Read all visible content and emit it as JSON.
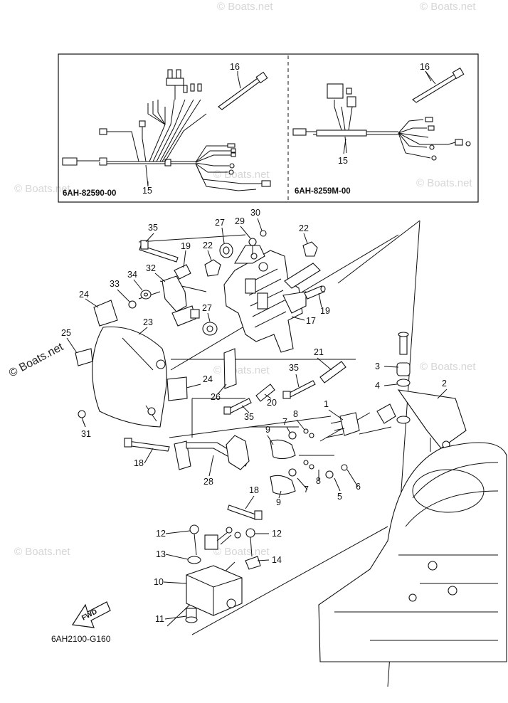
{
  "diagram": {
    "drawing_code": "6AH2100-G160",
    "fwd_label": "FWD",
    "watermark": "© Boats.net",
    "inset_left": {
      "part_code": "6AH-82590-00"
    },
    "inset_right": {
      "part_code": "6AH-8259M-00"
    },
    "callouts": [
      {
        "id": "c1",
        "label": "1"
      },
      {
        "id": "c2",
        "label": "2"
      },
      {
        "id": "c3",
        "label": "3"
      },
      {
        "id": "c4",
        "label": "4"
      },
      {
        "id": "c5",
        "label": "5"
      },
      {
        "id": "c6",
        "label": "6"
      },
      {
        "id": "c7a",
        "label": "7"
      },
      {
        "id": "c7b",
        "label": "7"
      },
      {
        "id": "c8a",
        "label": "8"
      },
      {
        "id": "c8b",
        "label": "8"
      },
      {
        "id": "c9a",
        "label": "9"
      },
      {
        "id": "c9b",
        "label": "9"
      },
      {
        "id": "c10",
        "label": "10"
      },
      {
        "id": "c11",
        "label": "11"
      },
      {
        "id": "c12a",
        "label": "12"
      },
      {
        "id": "c12b",
        "label": "12"
      },
      {
        "id": "c13",
        "label": "13"
      },
      {
        "id": "c14",
        "label": "14"
      },
      {
        "id": "c15a",
        "label": "15"
      },
      {
        "id": "c15b",
        "label": "15"
      },
      {
        "id": "c16a",
        "label": "16"
      },
      {
        "id": "c16b",
        "label": "16"
      },
      {
        "id": "c17",
        "label": "17"
      },
      {
        "id": "c18a",
        "label": "18"
      },
      {
        "id": "c18b",
        "label": "18"
      },
      {
        "id": "c19a",
        "label": "19"
      },
      {
        "id": "c19b",
        "label": "19"
      },
      {
        "id": "c20",
        "label": "20"
      },
      {
        "id": "c21",
        "label": "21"
      },
      {
        "id": "c22a",
        "label": "22"
      },
      {
        "id": "c22b",
        "label": "22"
      },
      {
        "id": "c23",
        "label": "23"
      },
      {
        "id": "c24a",
        "label": "24"
      },
      {
        "id": "c24b",
        "label": "24"
      },
      {
        "id": "c25",
        "label": "25"
      },
      {
        "id": "c26",
        "label": "26"
      },
      {
        "id": "c27a",
        "label": "27"
      },
      {
        "id": "c27b",
        "label": "27"
      },
      {
        "id": "c28",
        "label": "28"
      },
      {
        "id": "c29",
        "label": "29"
      },
      {
        "id": "c30",
        "label": "30"
      },
      {
        "id": "c31",
        "label": "31"
      },
      {
        "id": "c32",
        "label": "32"
      },
      {
        "id": "c33",
        "label": "33"
      },
      {
        "id": "c34",
        "label": "34"
      },
      {
        "id": "c35a",
        "label": "35"
      },
      {
        "id": "c35b",
        "label": "35"
      },
      {
        "id": "c35c",
        "label": "35"
      }
    ]
  }
}
